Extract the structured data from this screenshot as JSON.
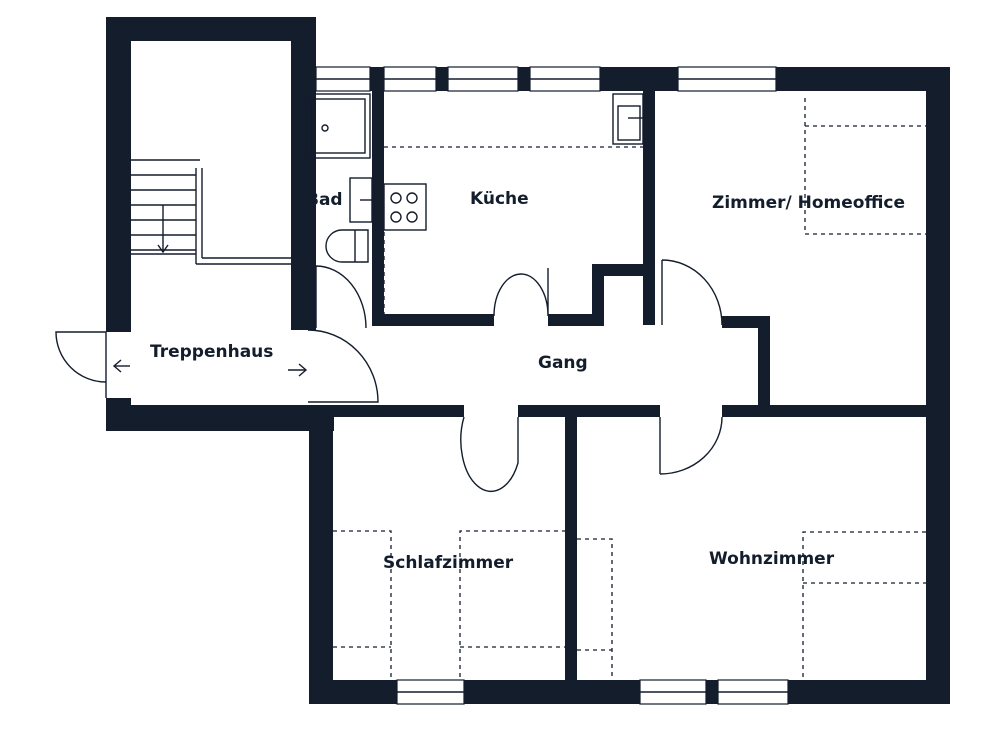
{
  "rooms": {
    "bad": "Bad",
    "kueche": "Küche",
    "zimmer": "Zimmer/ Homeoffice",
    "treppenhaus": "Treppenhaus",
    "gang": "Gang",
    "schlafzimmer": "Schlafzimmer",
    "wohnzimmer": "Wohnzimmer"
  },
  "colors": {
    "wall": "#131d2c",
    "background": "#ffffff"
  },
  "icons": [
    "stairs-icon",
    "stair-direction-arrow-icon",
    "entry-arrow-icon",
    "exit-arrow-icon",
    "sink-icon",
    "toilet-icon",
    "shower-icon",
    "stove-icon"
  ]
}
